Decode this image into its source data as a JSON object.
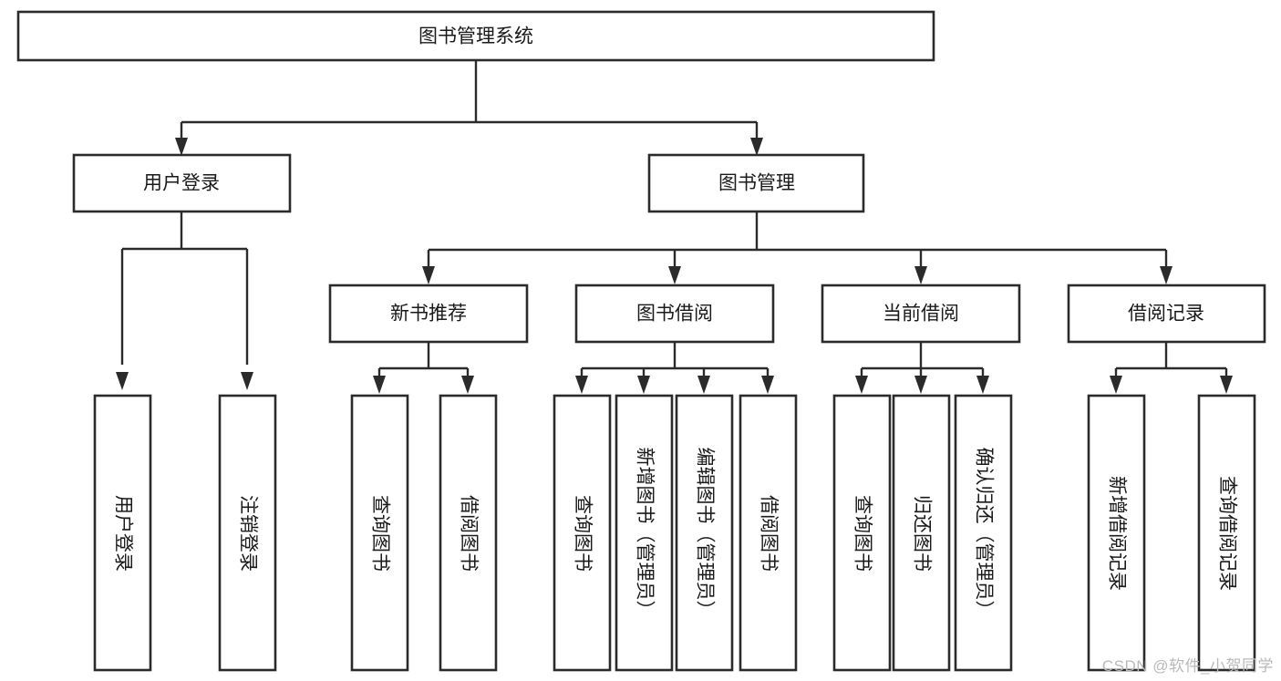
{
  "diagram": {
    "title": "图书管理系统",
    "type": "tree",
    "watermark": "CSDN @软件_小贺同学",
    "colors": {
      "box_stroke": "#2b2b2b",
      "box_fill": "#ffffff",
      "text": "#1a1a1a",
      "edge": "#2b2b2b",
      "watermark": "#b9b9b9",
      "background": "#ffffff"
    },
    "nodes": {
      "root": {
        "label": "图书管理系统"
      },
      "level2": [
        {
          "label": "用户登录"
        },
        {
          "label": "图书管理"
        }
      ],
      "level3": [
        {
          "label": "新书推荐"
        },
        {
          "label": "图书借阅"
        },
        {
          "label": "当前借阅"
        },
        {
          "label": "借阅记录"
        }
      ],
      "leaves": {
        "user_login": [
          {
            "label": "用户登录"
          },
          {
            "label": "注销登录"
          }
        ],
        "new_book": [
          {
            "label": "查询图书"
          },
          {
            "label": "借阅图书"
          }
        ],
        "book_borrow": [
          {
            "label": "查询图书"
          },
          {
            "label": "新增图书（管理员）"
          },
          {
            "label": "编辑图书（管理员）"
          },
          {
            "label": "借阅图书"
          }
        ],
        "current_borrow": [
          {
            "label": "查询图书"
          },
          {
            "label": "归还图书"
          },
          {
            "label": "确认归还（管理员）"
          }
        ],
        "borrow_record": [
          {
            "label": "新增借阅记录"
          },
          {
            "label": "查询借阅记录"
          }
        ]
      }
    }
  }
}
